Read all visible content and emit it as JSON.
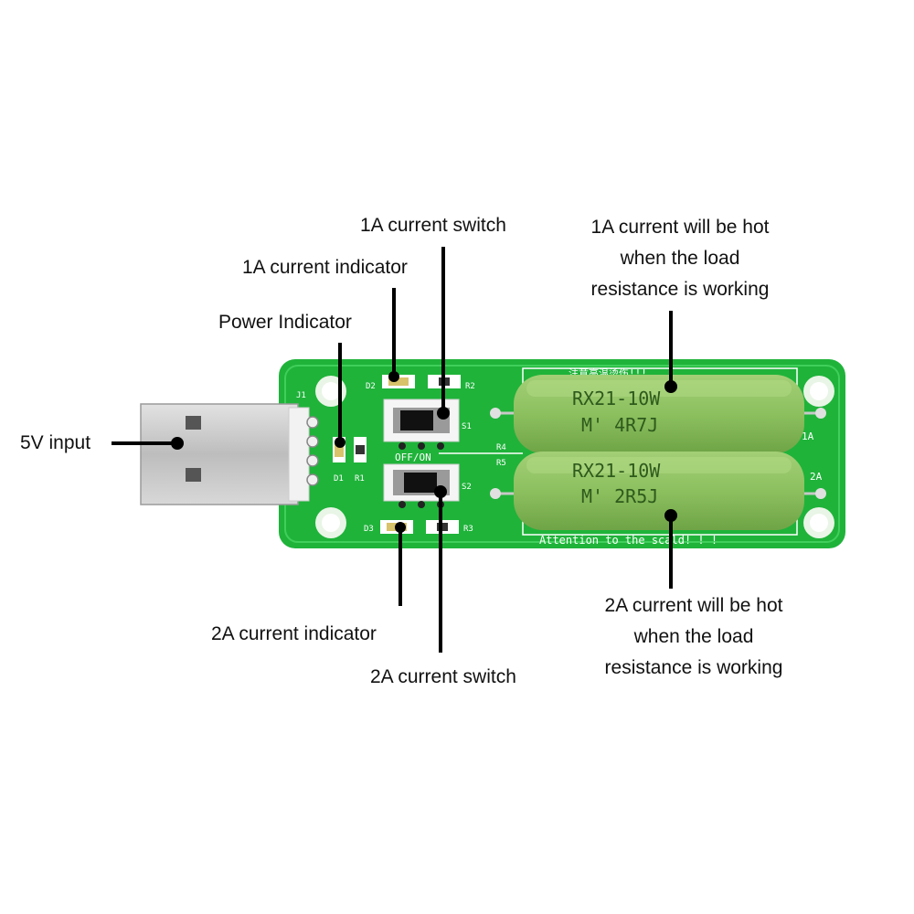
{
  "callouts": {
    "usb_input": "5V input",
    "power_indicator": "Power Indicator",
    "indicator_1a": "1A current indicator",
    "switch_1a": "1A current switch",
    "hot_1a": [
      "1A current will be hot",
      "when the load",
      "resistance is working"
    ],
    "indicator_2a": "2A current indicator",
    "switch_2a": "2A current switch",
    "hot_2a": [
      "2A current will be hot",
      "when the load",
      "resistance is working"
    ]
  },
  "board": {
    "switch_label": "OFF/ON",
    "warning_text": "Attention to the scald! ! !",
    "top_warning": "注意高温烫伤!!!",
    "load_1a_label": "1A",
    "load_2a_label": "2A",
    "ref": {
      "j1": "J1",
      "d1": "D1",
      "r1": "R1",
      "d2": "D2",
      "r2": "R2",
      "d3": "D3",
      "r3": "R3",
      "s1": "S1",
      "s2": "S2",
      "r4": "R4",
      "r5": "R5"
    },
    "resistor_top": {
      "line1": "RX21-10W",
      "line2": "M' 4R7J"
    },
    "resistor_bottom": {
      "line1": "RX21-10W",
      "line2": "M' 2R5J"
    }
  },
  "colors": {
    "pcb_green": "#1fb33a",
    "resistor_green": "#8fc263",
    "usb_metal": "#c9c9c9",
    "leader_line": "#000000"
  }
}
